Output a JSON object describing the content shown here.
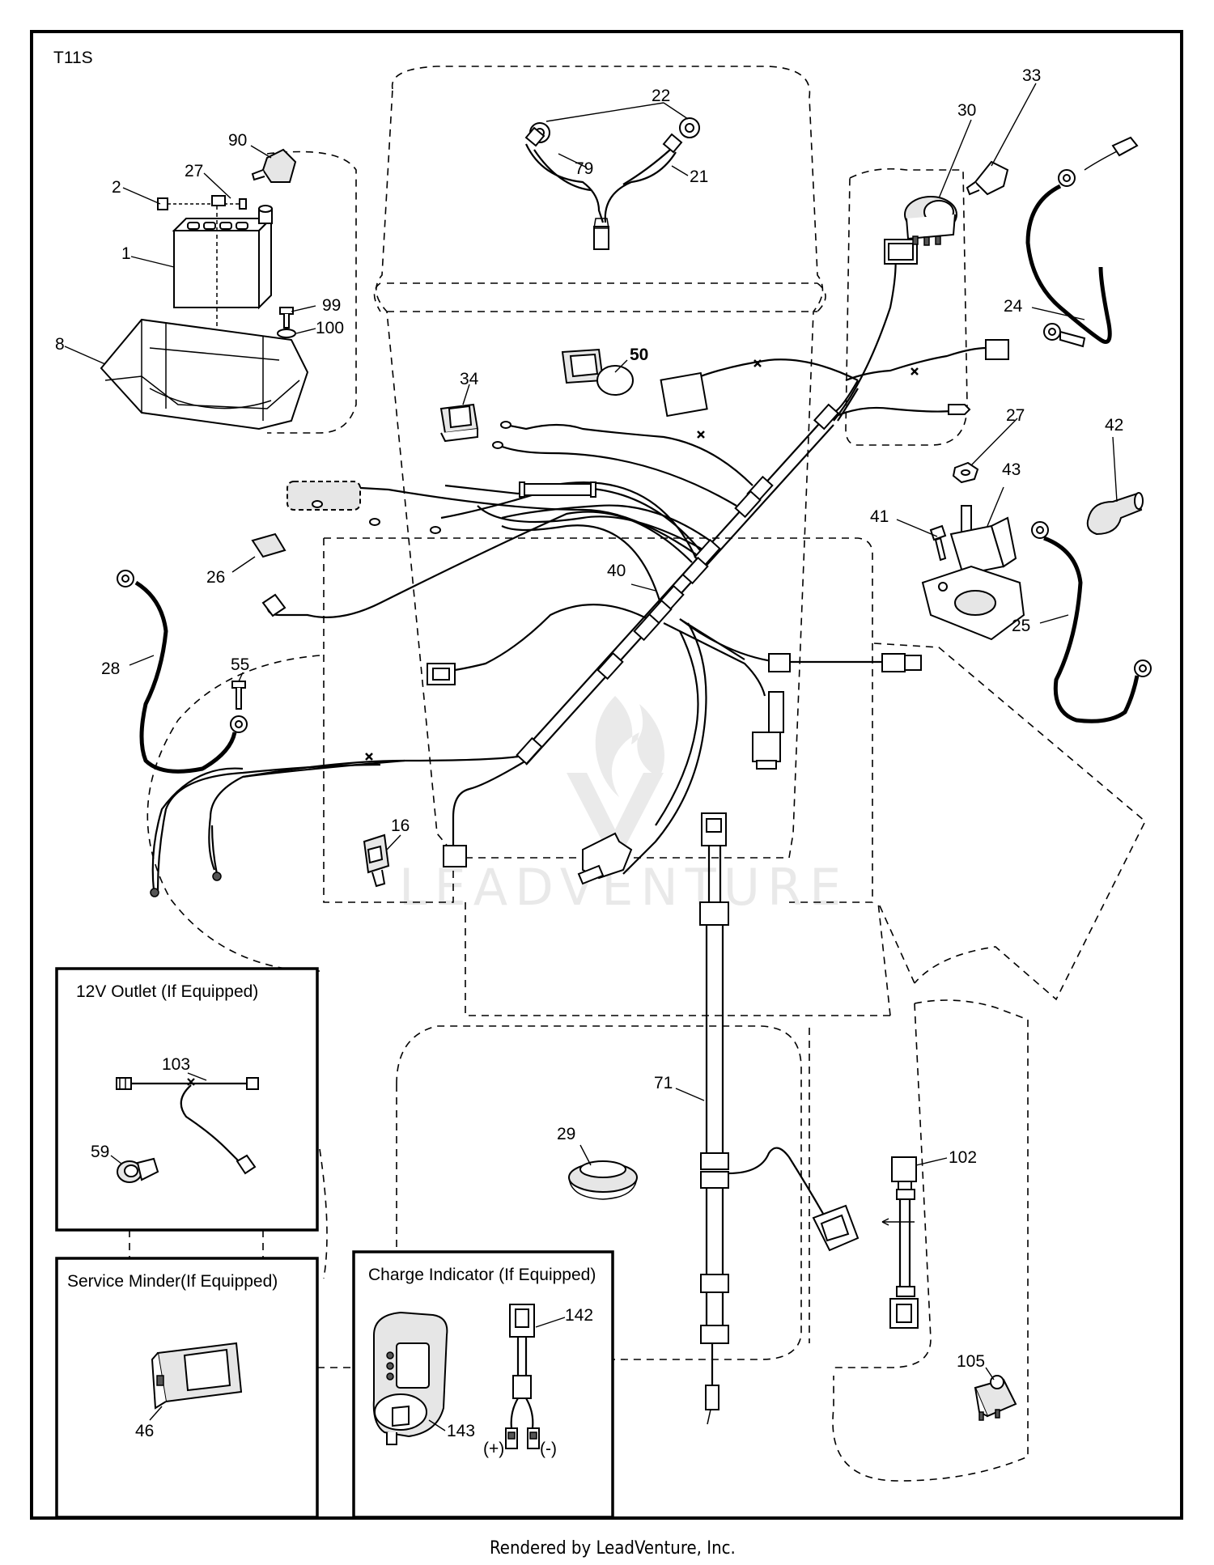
{
  "diagram_id": "T11S",
  "footer": "Rendered by LeadVenture, Inc.",
  "watermark": "LEADVENTURE",
  "callouts": {
    "c1": "1",
    "c2": "2",
    "c8": "8",
    "c16": "16",
    "c21": "21",
    "c22": "22",
    "c24": "24",
    "c25": "25",
    "c26": "26",
    "c27a": "27",
    "c27b": "27",
    "c28": "28",
    "c29": "29",
    "c30": "30",
    "c33": "33",
    "c34": "34",
    "c40": "40",
    "c41": "41",
    "c42": "42",
    "c43": "43",
    "c50": "50",
    "c55": "55",
    "c71": "71",
    "c79": "79",
    "c90": "90",
    "c99": "99",
    "c100": "100",
    "c102": "102",
    "c105": "105"
  },
  "insets": {
    "outlet": {
      "title": "12V Outlet (If Equipped)",
      "c103": "103",
      "c59": "59"
    },
    "service_minder": {
      "title": "Service Minder(If Equipped)",
      "c46": "46"
    },
    "charge_indicator": {
      "title": "Charge Indicator (If Equipped)",
      "c142": "142",
      "c143": "143",
      "plus": "(+)",
      "minus": "(-)"
    }
  }
}
